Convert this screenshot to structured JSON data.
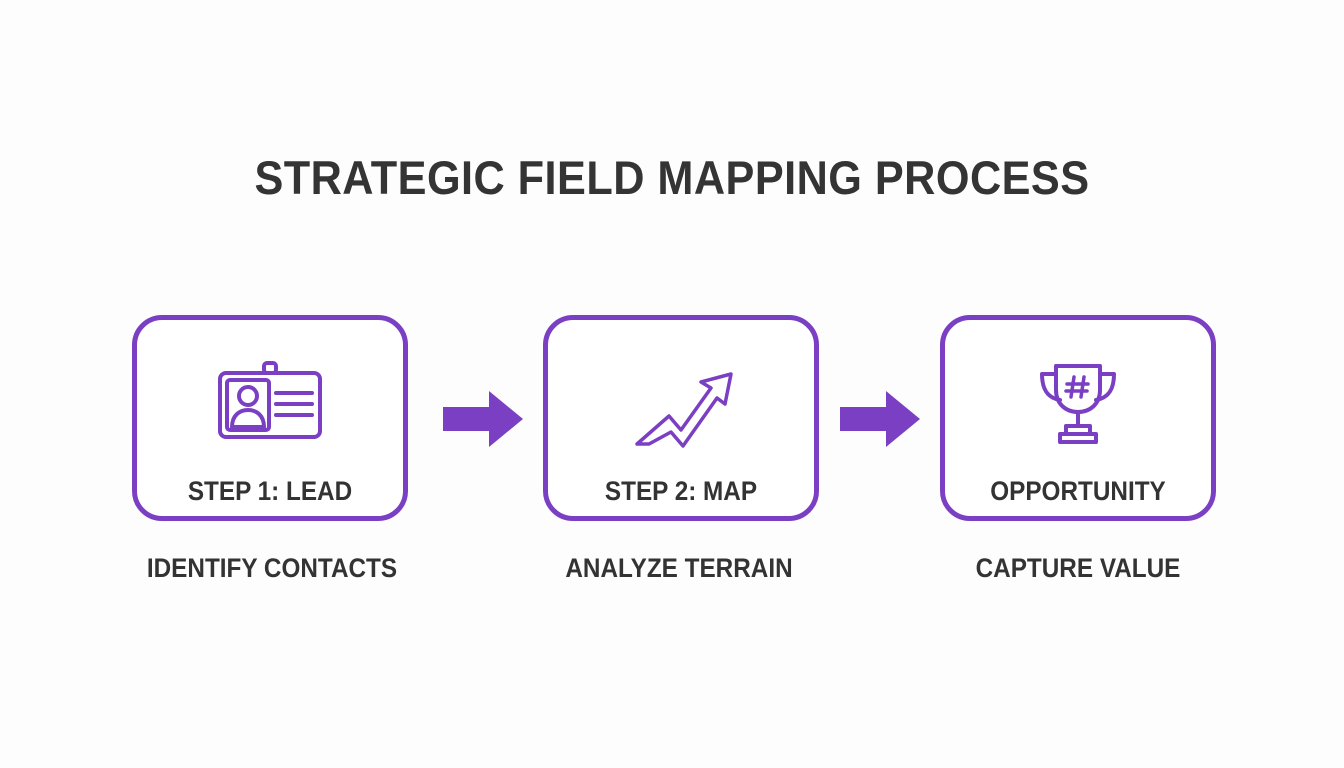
{
  "title": "STRATEGIC FIELD MAPPING PROCESS",
  "colors": {
    "accent": "#7a3fc2",
    "text": "#333333",
    "background": "#fdfdfd"
  },
  "steps": [
    {
      "label": "STEP 1: LEAD",
      "caption": "IDENTIFY CONTACTS",
      "icon": "id-badge-icon"
    },
    {
      "label": "STEP 2: MAP",
      "caption": "ANALYZE TERRAIN",
      "icon": "trending-up-arrow-icon"
    },
    {
      "label": "OPPORTUNITY",
      "caption": "CAPTURE VALUE",
      "icon": "trophy-icon"
    }
  ],
  "connectors": [
    {
      "icon": "right-arrow-icon"
    },
    {
      "icon": "right-arrow-icon"
    }
  ]
}
